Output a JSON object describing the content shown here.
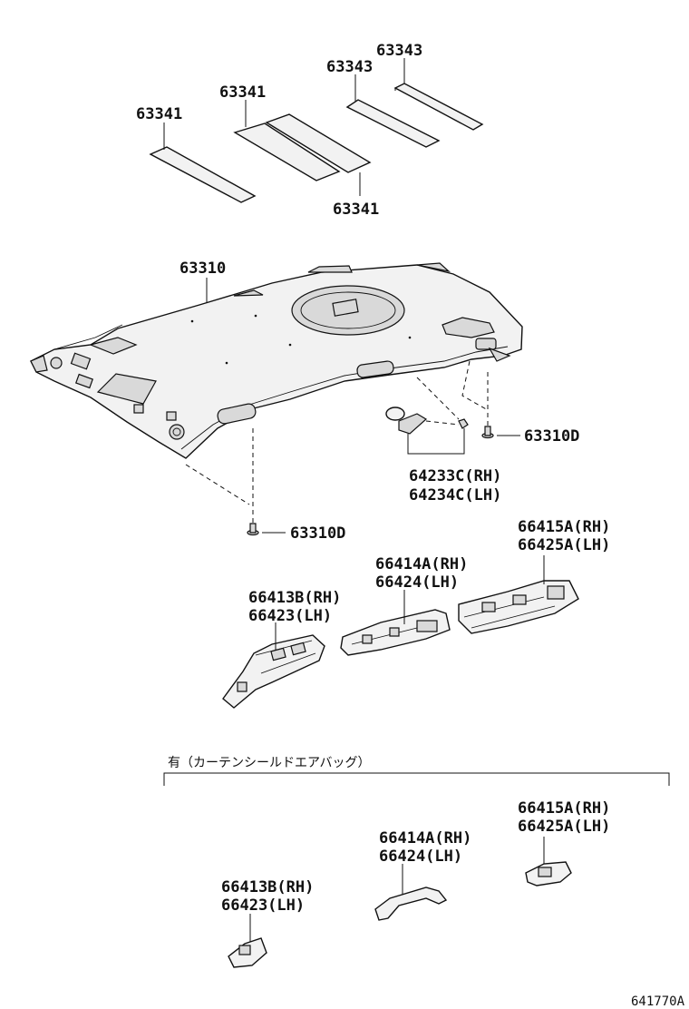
{
  "labels": {
    "pad_63343_a": "63343",
    "pad_63343_b": "63343",
    "pad_63341_a": "63341",
    "pad_63341_b": "63341",
    "pad_63341_c": "63341",
    "headlining": "63310",
    "clip_right": "63310D",
    "clip_left": "63310D",
    "holder_rh": "64233C(RH)",
    "holder_lh": "64234C(LH)",
    "upper_front_rh": "66413B(RH)",
    "upper_front_lh": "66423(LH)",
    "upper_center_rh": "66414A(RH)",
    "upper_center_lh": "66424(LH)",
    "upper_rear_rh": "66415A(RH)",
    "upper_rear_lh": "66425A(LH)",
    "lower_front_rh": "66413B(RH)",
    "lower_front_lh": "66423(LH)",
    "lower_center_rh": "66414A(RH)",
    "lower_center_lh": "66424(LH)",
    "lower_rear_rh": "66415A(RH)",
    "lower_rear_lh": "66425A(LH)"
  },
  "section_title": "有（カーテンシールドエアバッグ）",
  "diagram_code": "641770A"
}
